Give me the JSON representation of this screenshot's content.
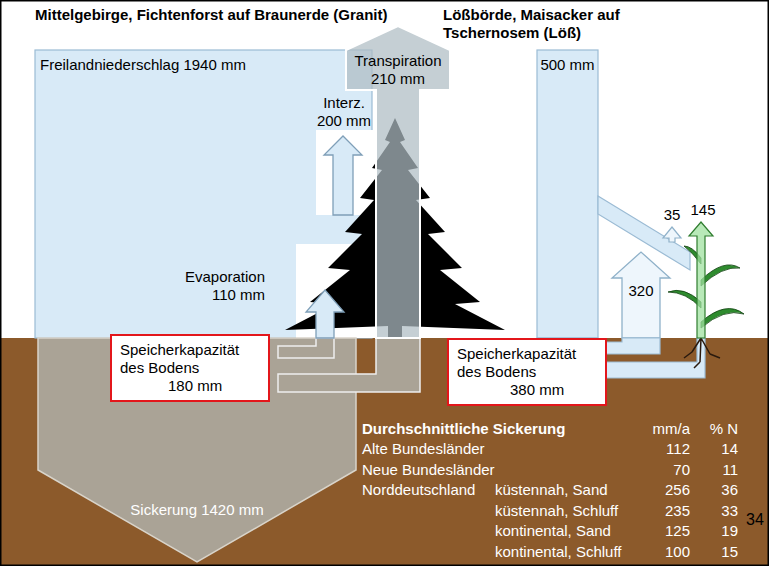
{
  "diagram": {
    "nodes": [
      {
        "text": [
          "Speicherkapazität des Bodens",
          "180 mm"
        ]
      },
      {
        "text": [
          "Speicherkapazität des Bodens",
          "380 mm"
        ]
      }
    ],
    "labels": [
      "Mittelgebirge, Fichtenforst auf Braunerde (Granit)",
      "Lößbörde, Maisacker auf Tschernosem (Löß)",
      "Transpiration 210 mm",
      "Freilandniederschlag 1940 mm",
      "500 mm",
      "Interz. 200 mm",
      "145",
      "35",
      "320",
      "Evaporation 110 mm",
      "Sickerung 1420 mm",
      "Durchschnittliche Sickerung",
      "mm/a",
      "% N",
      "Alte Bundesländer",
      "112",
      "14",
      "Neue Bundesländer",
      "70",
      "11",
      "Norddeutschland",
      "küstennah, Sand",
      "256",
      "36",
      "küstennah, Schluff",
      "235",
      "33",
      "kontinental, Sand",
      "125",
      "19",
      "kontinental, Schluff",
      "100",
      "15",
      "34"
    ]
  }
}
